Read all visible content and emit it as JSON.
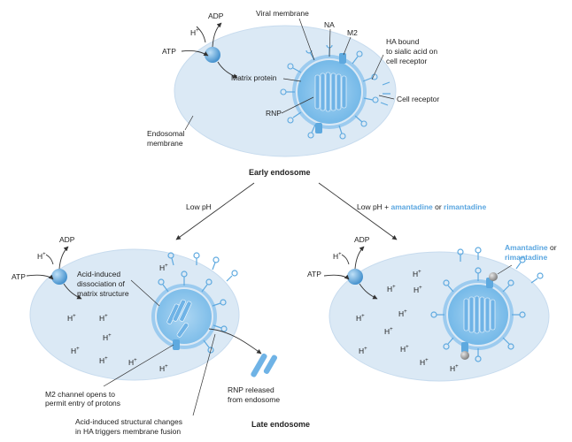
{
  "labels": {
    "viral_membrane": "Viral membrane",
    "na": "NA",
    "m2": "M2",
    "ha_bound_1": "HA bound",
    "ha_bound_2": "to sialic acid on",
    "ha_bound_3": "cell receptor",
    "cell_receptor": "Cell receptor",
    "matrix_protein": "Matrix protein",
    "rnp": "RNP",
    "endosomal_membrane_1": "Endosomal",
    "endosomal_membrane_2": "membrane",
    "adp": "ADP",
    "atp": "ATP",
    "h": "H",
    "plus": "+",
    "early_endosome": "Early endosome",
    "low_ph": "Low pH",
    "low_ph_plus": "Low pH + ",
    "amantadine": "amantadine",
    "or": " or ",
    "rimantadine": "rimantadine",
    "acid_dissoc_1": "Acid-induced",
    "acid_dissoc_2": "dissociation of",
    "acid_dissoc_3": "matrix structure",
    "m2_channel_1": "M2 channel opens to",
    "m2_channel_2": "permit entry of protons",
    "ha_change_1": "Acid-induced structural changes",
    "ha_change_2": "in HA triggers membrane fusion",
    "rnp_released_1": "RNP released",
    "rnp_released_2": "from endosome",
    "late_endosome": "Late endosome",
    "amantadine_cap": "Amantadine",
    "or_short": " or",
    "rimantadine_lc": "rimantadine"
  },
  "colors": {
    "endosome_fill": "#dbe9f5",
    "virion_fill": "#8ec5ec",
    "drug_text": "#5aa6e0",
    "arrow": "#333333"
  }
}
